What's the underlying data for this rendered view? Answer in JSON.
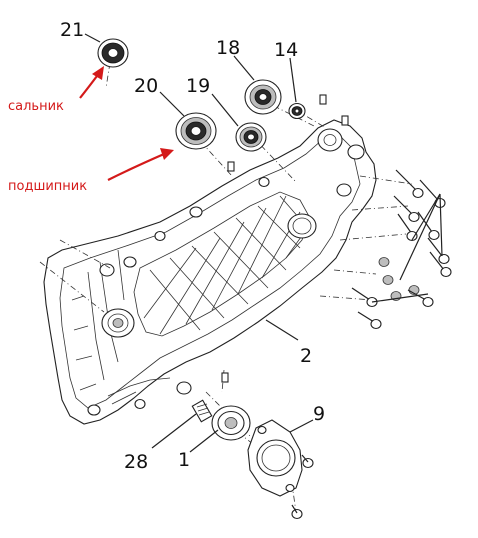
{
  "callouts": [
    {
      "id": "21",
      "label": "21"
    },
    {
      "id": "20",
      "label": "20"
    },
    {
      "id": "19",
      "label": "19"
    },
    {
      "id": "18",
      "label": "18"
    },
    {
      "id": "14",
      "label": "14"
    },
    {
      "id": "2",
      "label": "2"
    },
    {
      "id": "9",
      "label": "9"
    },
    {
      "id": "1",
      "label": "1"
    },
    {
      "id": "28",
      "label": "28"
    }
  ],
  "annotations": {
    "seal": "сальник",
    "bearing": "подшипник",
    "color": "#d41a1a"
  }
}
